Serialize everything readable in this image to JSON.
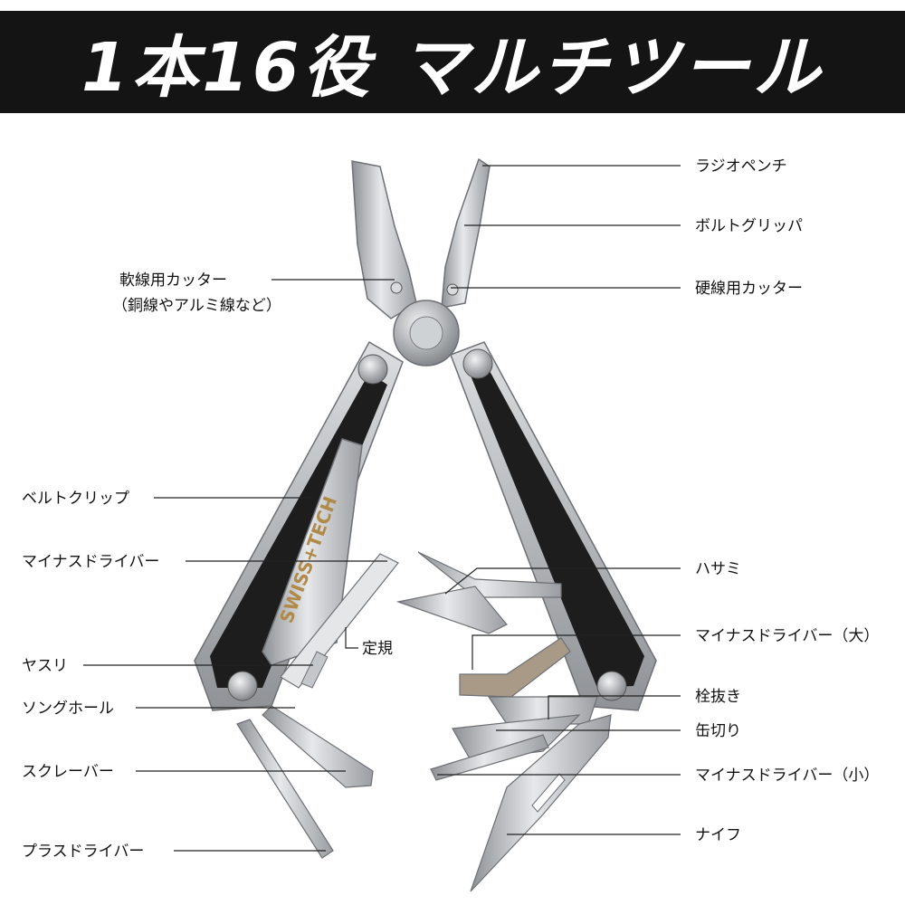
{
  "title": "1本16役 マルチツール",
  "brand": "SWISS+TECH",
  "colors": {
    "title_bg": "#141414",
    "title_text": "#ffffff",
    "steel": "#b9bcbf",
    "handle_black": "#1d1d1d",
    "brand_gold": "#b08a4a"
  },
  "labels_right": [
    "ラジオペンチ",
    "ボルトグリッパ",
    "硬線用カッター",
    "ハサミ",
    "マイナスドライバー（大）",
    "栓抜き",
    "缶切り",
    "マイナスドライバー（小）",
    "ナイフ"
  ],
  "labels_left": [
    "軟線用カッター",
    "（銅線やアルミ線など）",
    "ベルトクリップ",
    "マイナスドライバー",
    "定規",
    "ヤスリ",
    "ソングホール",
    "スクレーバー",
    "プラスドライバー"
  ]
}
